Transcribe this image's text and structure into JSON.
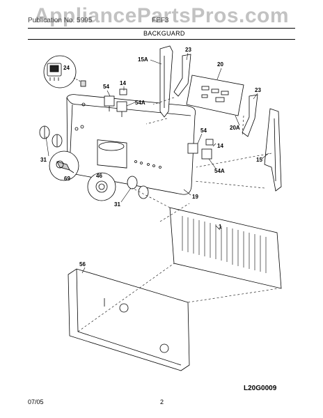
{
  "watermark": "AppliancePartsPros.com",
  "header": {
    "left_text": "Publication No. 5995",
    "right_text": "FEF3",
    "section_title": "BACKGUARD"
  },
  "callouts": {
    "c1": "1",
    "c14a": "14",
    "c14b": "14",
    "c15": "15",
    "c15A": "15A",
    "c19": "19",
    "c20": "20",
    "c20A": "20A",
    "c23a": "23",
    "c23b": "23",
    "c24": "24",
    "c31a": "31",
    "c31b": "31",
    "c46": "46",
    "c54a": "54",
    "c54Aa": "54A",
    "c54b": "54",
    "c54Ab": "54A",
    "c56": "56",
    "c69": "69"
  },
  "diagram_code": "L20G0009",
  "footer": {
    "date": "07/05",
    "page": "2"
  }
}
